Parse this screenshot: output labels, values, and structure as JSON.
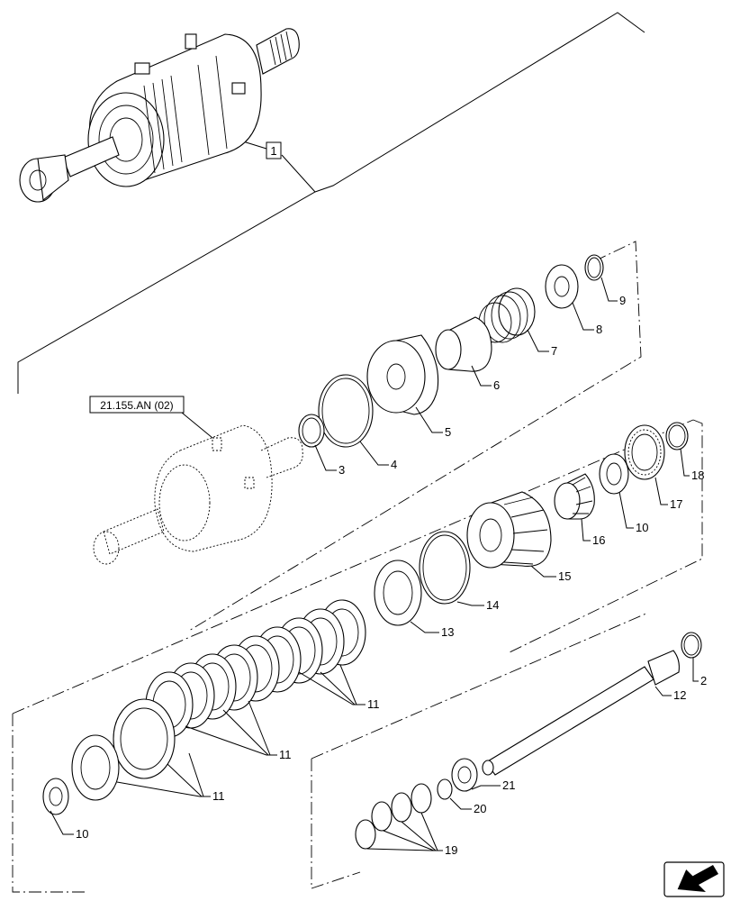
{
  "diagram": {
    "assembly_callout": "1",
    "reference_label": "21.155.AN (02)",
    "callouts": [
      {
        "id": "c9",
        "label": "9"
      },
      {
        "id": "c8",
        "label": "8"
      },
      {
        "id": "c7",
        "label": "7"
      },
      {
        "id": "c6",
        "label": "6"
      },
      {
        "id": "c5",
        "label": "5"
      },
      {
        "id": "c4",
        "label": "4"
      },
      {
        "id": "c3",
        "label": "3"
      },
      {
        "id": "c18",
        "label": "18"
      },
      {
        "id": "c17",
        "label": "17"
      },
      {
        "id": "c10a",
        "label": "10"
      },
      {
        "id": "c16",
        "label": "16"
      },
      {
        "id": "c15",
        "label": "15"
      },
      {
        "id": "c14",
        "label": "14"
      },
      {
        "id": "c13",
        "label": "13"
      },
      {
        "id": "c2",
        "label": "2"
      },
      {
        "id": "c12",
        "label": "12"
      },
      {
        "id": "c11a",
        "label": "11"
      },
      {
        "id": "c11b",
        "label": "11"
      },
      {
        "id": "c11c",
        "label": "11"
      },
      {
        "id": "c10b",
        "label": "10"
      },
      {
        "id": "c21",
        "label": "21"
      },
      {
        "id": "c20",
        "label": "20"
      },
      {
        "id": "c19",
        "label": "19"
      }
    ],
    "nav_icon": "arrow-left-icon"
  }
}
